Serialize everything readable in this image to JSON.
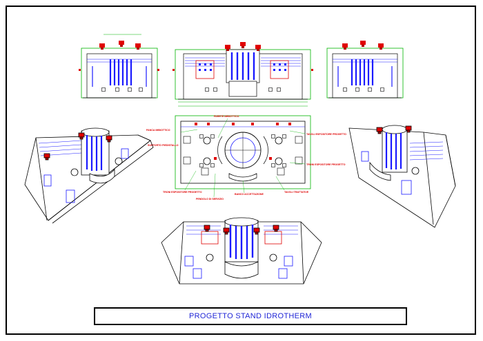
{
  "title": "PROGETTO STAND IDROTHERM",
  "plan_labels": [
    {
      "text": "PARETE IMBIOTTICO"
    },
    {
      "text": "PANCA IMBIOTTICO"
    },
    {
      "text": "SUPPORTO PIEDISTALLO"
    },
    {
      "text": "TAVOLI ESPOSITORE PROGETTO"
    },
    {
      "text": "TRONI ESPOSITORE PROGETTO"
    },
    {
      "text": "BANCO ACCETTAZIONE"
    },
    {
      "text": "PENDOLO DI SERVIZIO"
    },
    {
      "text": "TAVOLI TRATTATIVE"
    },
    {
      "text": "TRONI ESPOSITORE PROGETTO"
    }
  ],
  "colors": {
    "frame": "#000000",
    "title": "#1f25d6",
    "dimension": "#00b400",
    "accent": "#e00000",
    "structure": "#1a1aff"
  }
}
